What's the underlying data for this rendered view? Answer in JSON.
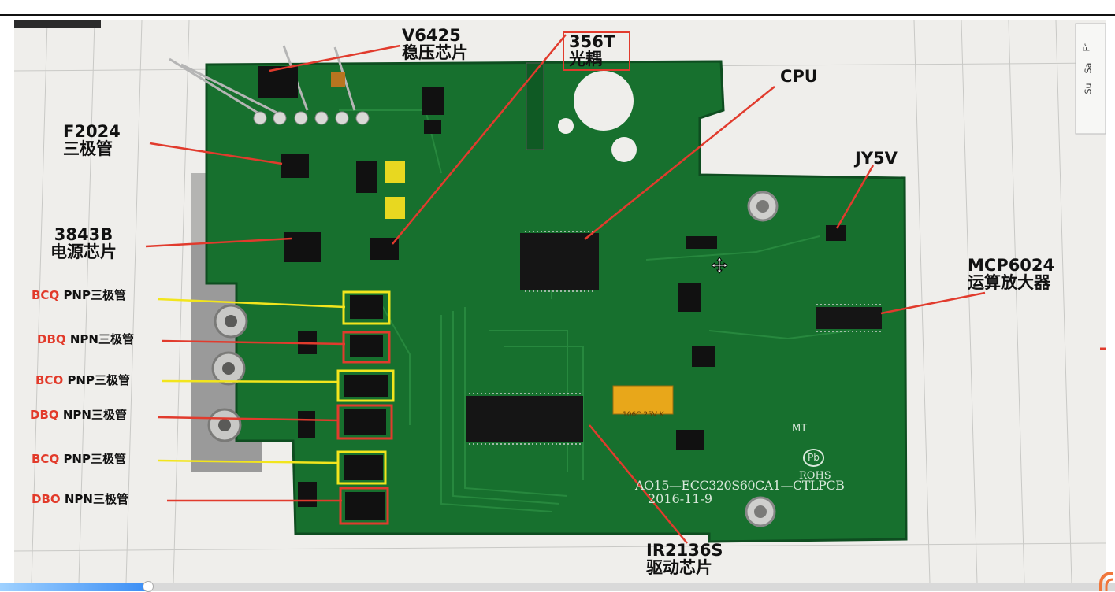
{
  "labels": {
    "v6425": {
      "part": "V6425",
      "desc": "稳压芯片"
    },
    "opto": {
      "part": "356T",
      "desc": "光耦"
    },
    "cpu": {
      "part": "CPU"
    },
    "f2024": {
      "part": "F2024",
      "desc": "三极管"
    },
    "jy5v": {
      "part": "JY5V"
    },
    "b3843": {
      "part": "3843B",
      "desc": "电源芯片"
    },
    "mcp6024": {
      "part": "MCP6024",
      "desc": "运算放大器"
    },
    "ir2136": {
      "part": "IR2136S",
      "desc": "驱动芯片"
    },
    "transistors": [
      {
        "code": "BCQ",
        "text": "PNP三极管"
      },
      {
        "code": "DBQ",
        "text": "NPN三极管"
      },
      {
        "code": "BCO",
        "text": "PNP三极管"
      },
      {
        "code": "DBQ",
        "text": "NPN三极管"
      },
      {
        "code": "BCQ",
        "text": "PNP三极管"
      },
      {
        "code": "DBO",
        "text": "NPN三极管"
      }
    ]
  },
  "board_text": {
    "model": "AO15—ECC320S60CA1—CTLPCB",
    "date": "2016-11-9",
    "rohs": "ROHS",
    "pb": "Pb",
    "mt": "MT",
    "cap": "106C 25V K"
  },
  "calendar_tabs": [
    "Fr",
    "Sa",
    "Su"
  ],
  "colors": {
    "pcb": "#17702e",
    "pcb_dark": "#0d4a1f",
    "arrow_red": "#e13b2d",
    "box_yellow": "#f2e51d",
    "box_red": "#e13b2d",
    "label_code": "#e23a2a"
  },
  "video": {
    "progress_fraction": 0.133
  }
}
